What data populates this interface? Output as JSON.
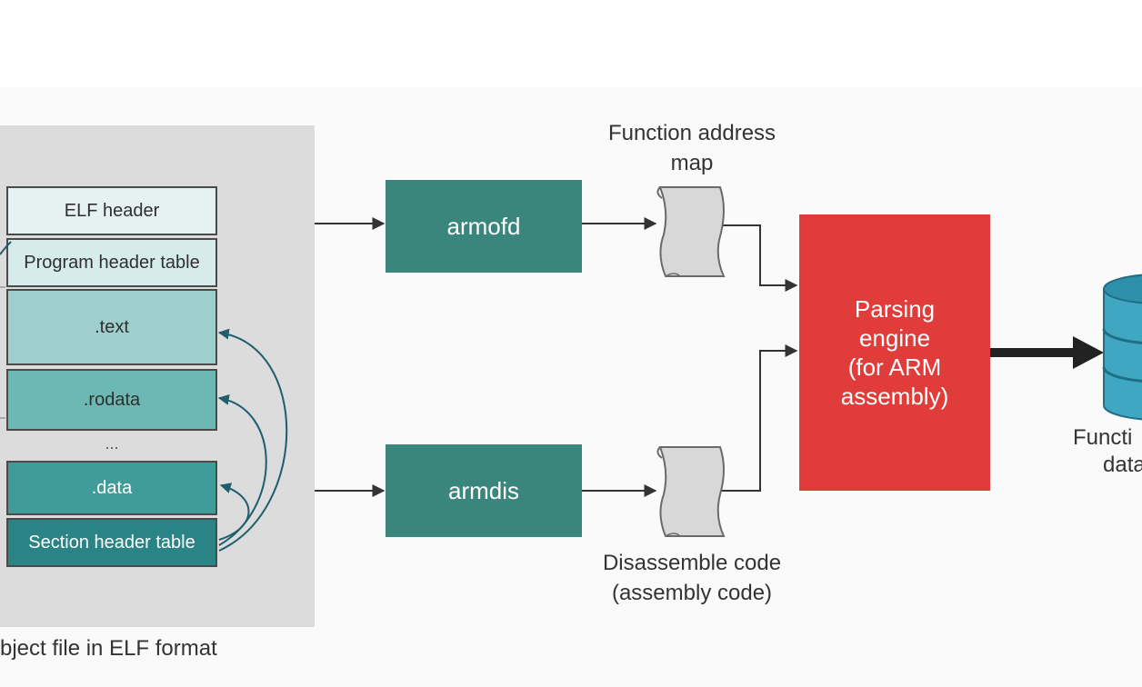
{
  "elf_object": {
    "caption": "bject file in ELF format",
    "segments": {
      "elf_header": "ELF header",
      "program_header_table": "Program header table",
      "text": ".text",
      "rodata": ".rodata",
      "ellipsis": "...",
      "data": ".data",
      "section_header_table": "Section header table"
    }
  },
  "tools": {
    "armofd": "armofd",
    "armdis": "armdis"
  },
  "outputs": {
    "function_address_map_line1": "Function address",
    "function_address_map_line2": "map",
    "disassemble_code_line1": "Disassemble code",
    "disassemble_code_line2": "(assembly code)"
  },
  "parsing_engine": {
    "line1": "Parsing",
    "line2": "engine",
    "line3": "(for ARM",
    "line4": "assembly)"
  },
  "database": {
    "label_line1": "Functi",
    "label_line2": "data"
  },
  "colors": {
    "tool_fill": "#3a857c",
    "engine_fill": "#e03c3a",
    "db_fill": "#3fa7c2",
    "db_stroke": "#1f6f86",
    "arrow": "#333333",
    "section_arrow": "#1e5e6e"
  }
}
